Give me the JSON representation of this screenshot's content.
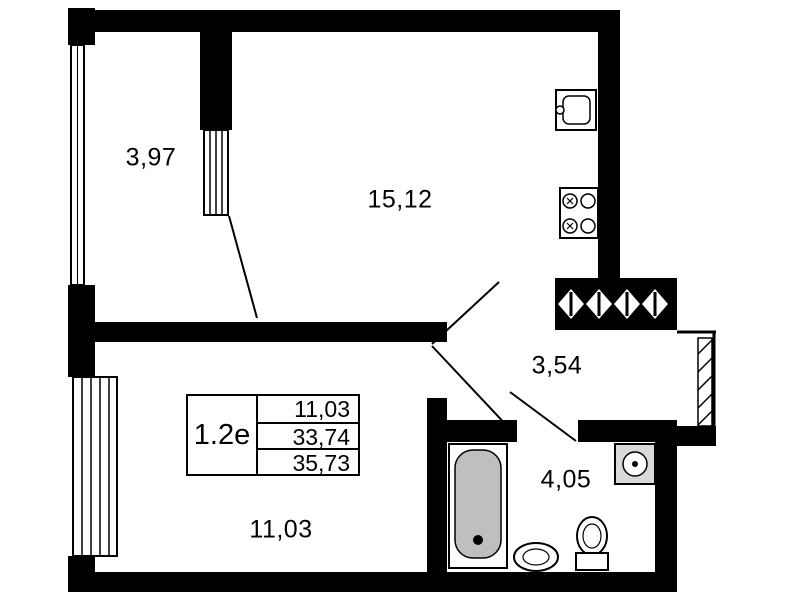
{
  "floor_plan": {
    "room_areas": {
      "loggia": "3,97",
      "living_kitchen": "15,12",
      "hall": "3,54",
      "bedroom": "11,03",
      "bathroom": "4,05"
    },
    "legend": {
      "apartment_type": "1.2e",
      "values": [
        "11,03",
        "33,74",
        "35,73"
      ]
    },
    "colors": {
      "walls": "#000000",
      "background": "#ffffff",
      "fixture_gray": "#bfbfbf",
      "washer_gray": "#d9d9d9"
    }
  }
}
